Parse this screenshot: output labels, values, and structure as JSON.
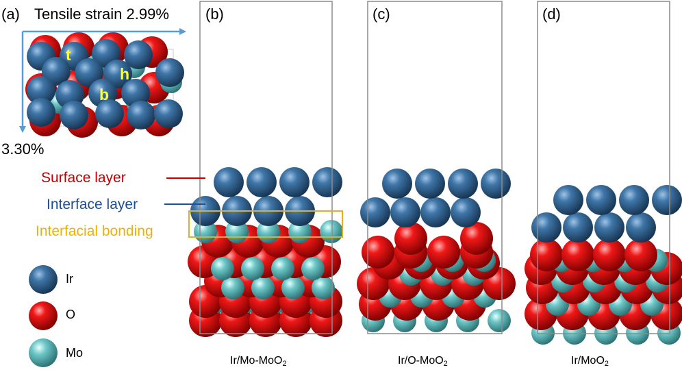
{
  "panels": {
    "a": {
      "label": "(a)",
      "strain_x": "Tensile strain 2.99%",
      "strain_y": "3.30%",
      "sites": {
        "top": "t",
        "hollow": "h",
        "bridge": "b"
      }
    },
    "b": {
      "label": "(b)",
      "caption_main": "Ir/Mo-MoO",
      "caption_sub": "2"
    },
    "c": {
      "label": "(c)",
      "caption_main": "Ir/O-MoO",
      "caption_sub": "2"
    },
    "d": {
      "label": "(d)",
      "caption_main": "Ir/MoO",
      "caption_sub": "2"
    }
  },
  "annotations": {
    "surface_layer": "Surface layer",
    "interface_layer": "Interface layer",
    "interfacial_bonding": "Interfacial bonding"
  },
  "legend": [
    {
      "element": "Ir",
      "color": "#2a5c8a"
    },
    {
      "element": "O",
      "color": "#e01010"
    },
    {
      "element": "Mo",
      "color": "#5fbcbc"
    }
  ],
  "colors": {
    "ir": "#2a5c8a",
    "o": "#e01010",
    "mo": "#5fbcbc",
    "surface_annotation": "#c00000",
    "interface_annotation": "#1f4e8c",
    "bonding_annotation": "#f0b000",
    "strain_arrow": "#5b9bd5",
    "cell_outline": "#8c8c8c"
  }
}
